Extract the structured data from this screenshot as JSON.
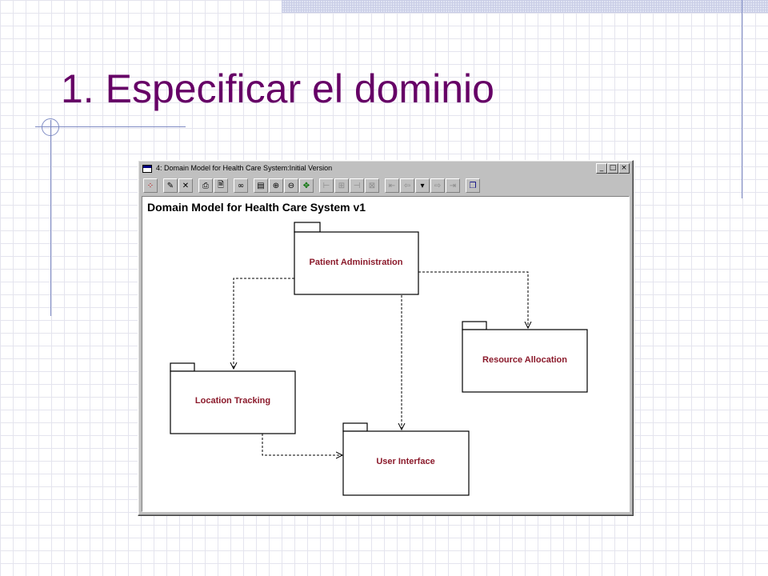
{
  "slide": {
    "title": "1. Especificar el dominio"
  },
  "window": {
    "title": "4: Domain Model for Health Care System:Initial Version",
    "caption_buttons": [
      "_",
      "□",
      "×"
    ],
    "toolbar": [
      {
        "icon": "grid-icon",
        "glyph": "⁘"
      },
      {
        "icon": "pencil-icon",
        "glyph": "✎"
      },
      {
        "icon": "delete-icon",
        "glyph": "✕"
      },
      {
        "icon": "print-icon",
        "glyph": "⎙"
      },
      {
        "icon": "print-preview-icon",
        "glyph": "🗎"
      },
      {
        "icon": "find-icon",
        "glyph": "∞"
      },
      {
        "icon": "properties-icon",
        "glyph": "▤"
      },
      {
        "icon": "zoom-icon",
        "glyph": "⊕"
      },
      {
        "icon": "zoom-out-icon",
        "glyph": "⊖"
      },
      {
        "icon": "navigate-icon",
        "glyph": "✥"
      },
      {
        "icon": "align-left-icon",
        "glyph": "⊢"
      },
      {
        "icon": "align-center-icon",
        "glyph": "⊞"
      },
      {
        "icon": "align-right-icon",
        "glyph": "⊣"
      },
      {
        "icon": "distribute-icon",
        "glyph": "⊠"
      },
      {
        "icon": "back-icon",
        "glyph": "⇤"
      },
      {
        "icon": "previous-icon",
        "glyph": "⇦"
      },
      {
        "icon": "dropdown-icon",
        "glyph": "▾"
      },
      {
        "icon": "next-icon",
        "glyph": "⇨"
      },
      {
        "icon": "forward-icon",
        "glyph": "⇥"
      },
      {
        "icon": "window-icon",
        "glyph": "❐"
      }
    ]
  },
  "diagram": {
    "title": "Domain Model for Health Care System v1",
    "packages": {
      "patient_administration": "Patient Administration",
      "resource_allocation": "Resource Allocation",
      "location_tracking": "Location Tracking",
      "user_interface": "User Interface"
    },
    "dependencies": [
      {
        "from": "Patient Administration",
        "to": "Location Tracking"
      },
      {
        "from": "Patient Administration",
        "to": "Resource Allocation"
      },
      {
        "from": "Patient Administration",
        "to": "User Interface"
      },
      {
        "from": "Location Tracking",
        "to": "User Interface"
      }
    ]
  }
}
